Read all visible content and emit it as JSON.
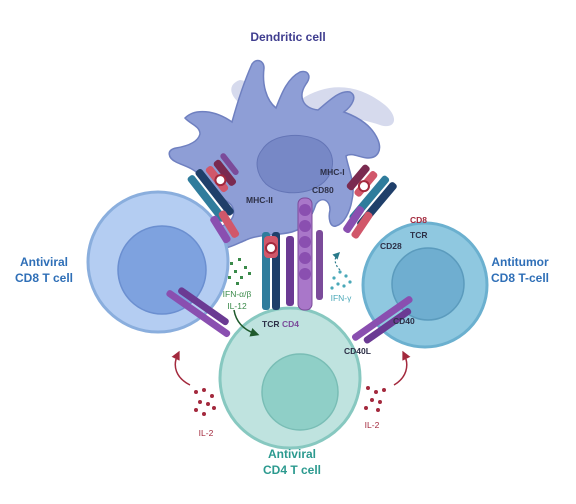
{
  "labels": {
    "dendritic_cell": "Dendritic cell",
    "antiviral_cd8_line1": "Antiviral",
    "antiviral_cd8_line2": "CD8 T cell",
    "antitumor_cd8_line1": "Antitumor",
    "antitumor_cd8_line2": "CD8 T-cell",
    "antiviral_cd4_line1": "Antiviral",
    "antiviral_cd4_line2": "CD4 T cell",
    "mhc_i": "MHC-I",
    "mhc_ii": "MHC-II",
    "cd80": "CD80",
    "cd8": "CD8",
    "tcr_right": "TCR",
    "cd28": "CD28",
    "cd40": "CD40",
    "cd40l": "CD40L",
    "tcr_bottom": "TCR",
    "cd4": "CD4",
    "ifn_ab": "IFN-α/β",
    "il12": "IL-12",
    "ifn_g": "IFN-γ",
    "il2_left": "IL-2",
    "il2_right": "IL-2"
  },
  "colors": {
    "title_purple": "#3f3d8f",
    "cd8_title_blue": "#2f6fb7",
    "cd4_title_teal": "#2c9a8f",
    "maroon": "#a3293d",
    "il12_green": "#3a8a4a",
    "ifng_teal": "#4aa8b8",
    "dendritic_fill": "#8e9ed6",
    "cd8_left_fill": "#b4cdf2",
    "cd8_right_fill": "#8fc8e0",
    "cd4_fill": "#bfe3df"
  }
}
